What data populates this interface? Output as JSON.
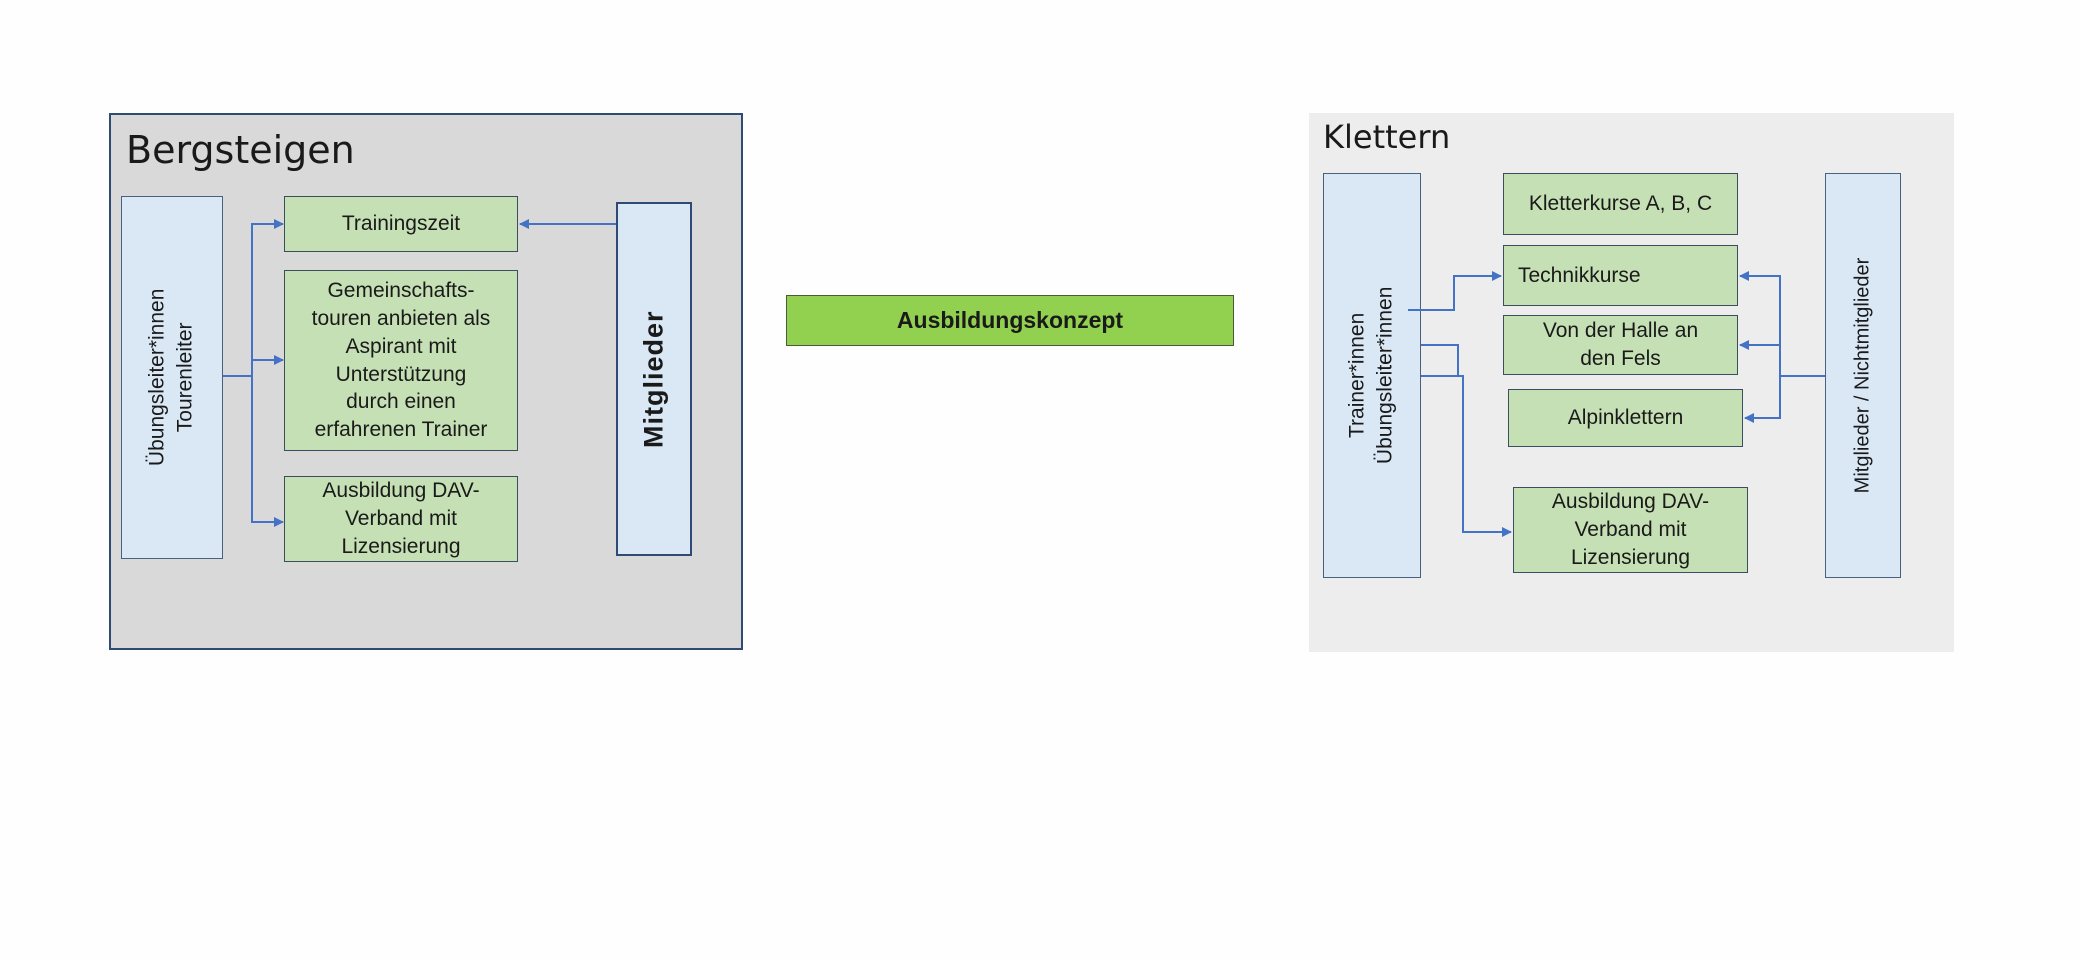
{
  "title_bar": {
    "label": "Ausbildungskonzept",
    "color": "#92d050"
  },
  "bergsteigen": {
    "title": "Bergsteigen",
    "left_role_lines": [
      "Übungsleiter*innen",
      "Tourenleiter"
    ],
    "right_role": "Mitglieder",
    "items": [
      {
        "lines": [
          "Trainingszeit"
        ]
      },
      {
        "lines": [
          "Gemeinschafts-",
          "touren anbieten als",
          "Aspirant  mit",
          "Unterstützung",
          "durch einen",
          "erfahrenen Trainer"
        ]
      },
      {
        "lines": [
          "Ausbildung DAV-",
          "Verband mit",
          "Lizensierung"
        ]
      }
    ]
  },
  "klettern": {
    "title": "Klettern",
    "left_role_lines": [
      "Trainer*innen",
      "Übungsleiter*innen"
    ],
    "right_role": "Mitglieder / Nichtmitglieder",
    "items": [
      {
        "lines": [
          "Kletterkurse A, B, C"
        ]
      },
      {
        "lines": [
          "Technikkurse"
        ]
      },
      {
        "lines": [
          "Von der Halle an",
          "den Fels"
        ]
      },
      {
        "lines": [
          "Alpinklettern"
        ]
      },
      {
        "lines": [
          "Ausbildung DAV-",
          "Verband mit",
          "Lizensierung"
        ]
      }
    ]
  },
  "colors": {
    "box_green": "#c5e0b4",
    "box_blue": "#dae8f5",
    "arrow": "#4472c4",
    "panel_berg": "#d9d9d9",
    "panel_klet": "#ededed"
  }
}
